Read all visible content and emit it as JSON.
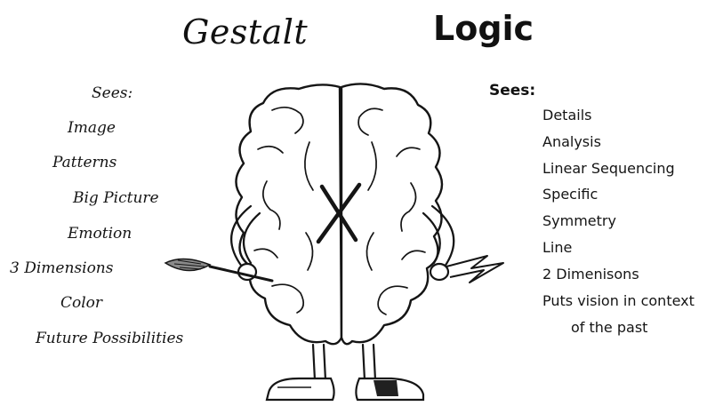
{
  "gestalt": {
    "title": "Gestalt",
    "sees_label": "Sees:",
    "items": [
      "Image",
      "Patterns",
      "Big Picture",
      "Emotion",
      "3  Dimensions",
      "Color",
      "Future Possibilities"
    ]
  },
  "logic": {
    "title": "Logic",
    "sees_label": "Sees:",
    "items": [
      "Details",
      "Analysis",
      "Linear Sequencing",
      "Specific",
      "Symmetry",
      "Line",
      "2 Dimenisons",
      "Puts vision in context",
      "of the past"
    ]
  },
  "colors": {
    "ink": "#151515",
    "background": "#ffffff",
    "shoe_dark": "#202020"
  },
  "illustration": {
    "subject": "cartoon-brain-character",
    "left_hand_tool": "paintbrush-icon",
    "right_hand_tool": "lightning-bolt-icon"
  }
}
